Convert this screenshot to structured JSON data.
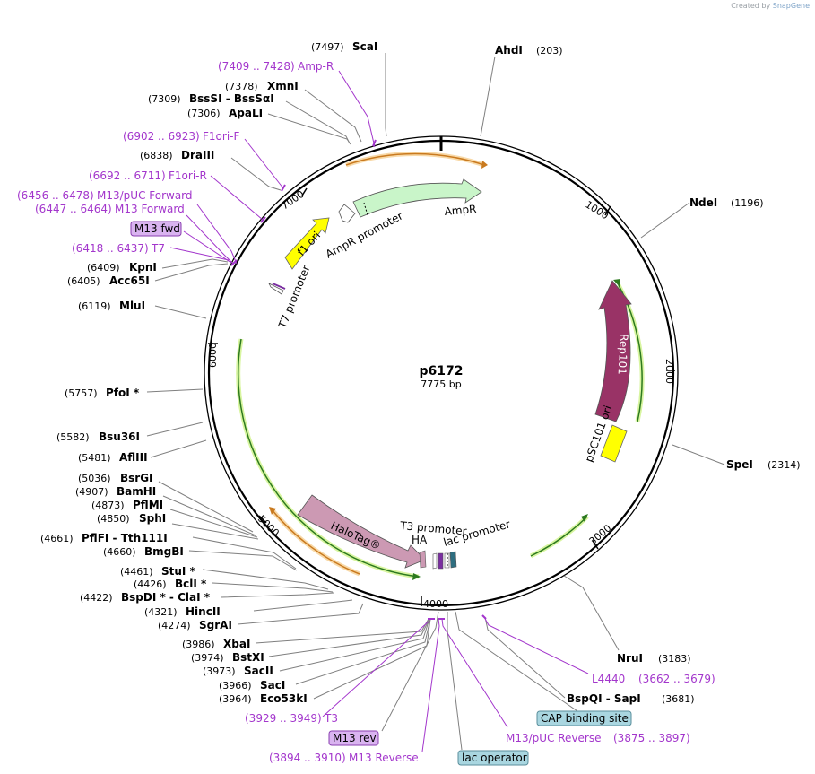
{
  "credit": {
    "prefix": "Created by",
    "brand": "SnapGene"
  },
  "plasmid": {
    "name": "p6172",
    "length_label": "7775 bp"
  },
  "ticks": [
    {
      "label": "1000"
    },
    {
      "label": "2000"
    },
    {
      "label": "3000"
    },
    {
      "label": "4000"
    },
    {
      "label": "5000"
    },
    {
      "label": "6000"
    },
    {
      "label": "7000"
    }
  ],
  "enzymes": [
    {
      "id": "scai",
      "pos": "(7497)",
      "name": "ScaI"
    },
    {
      "id": "ahdi",
      "pos": "(203)",
      "name": "AhdI"
    },
    {
      "id": "xmni",
      "pos": "(7378)",
      "name": "XmnI"
    },
    {
      "id": "bsssi",
      "pos": "(7309)",
      "name": "BssSI  -  BssSαI"
    },
    {
      "id": "apali",
      "pos": "(7306)",
      "name": "ApaLI"
    },
    {
      "id": "draiii",
      "pos": "(6838)",
      "name": "DraIII"
    },
    {
      "id": "ndei",
      "pos": "(1196)",
      "name": "NdeI"
    },
    {
      "id": "kpni",
      "pos": "(6409)",
      "name": "KpnI"
    },
    {
      "id": "acc65i",
      "pos": "(6405)",
      "name": "Acc65I"
    },
    {
      "id": "mlui",
      "pos": "(6119)",
      "name": "MluI"
    },
    {
      "id": "pfoi",
      "pos": "(5757)",
      "name": "PfoI *"
    },
    {
      "id": "bsu36i",
      "pos": "(5582)",
      "name": "Bsu36I"
    },
    {
      "id": "afliii",
      "pos": "(5481)",
      "name": "AflIII"
    },
    {
      "id": "spei",
      "pos": "(2314)",
      "name": "SpeI"
    },
    {
      "id": "bsrgi",
      "pos": "(5036)",
      "name": "BsrGI"
    },
    {
      "id": "bamhi",
      "pos": "(4907)",
      "name": "BamHI"
    },
    {
      "id": "pflmi",
      "pos": "(4873)",
      "name": "PflMI"
    },
    {
      "id": "sphi",
      "pos": "(4850)",
      "name": "SphI"
    },
    {
      "id": "pflfi",
      "pos": "(4661)",
      "name": "PflFI  -  Tth111I"
    },
    {
      "id": "bmgbi",
      "pos": "(4660)",
      "name": "BmgBI"
    },
    {
      "id": "stui",
      "pos": "(4461)",
      "name": "StuI *"
    },
    {
      "id": "bcli",
      "pos": "(4426)",
      "name": "BclI *"
    },
    {
      "id": "bspdi",
      "pos": "(4422)",
      "name": "BspDI *  -  ClaI *"
    },
    {
      "id": "hincii",
      "pos": "(4321)",
      "name": "HincII"
    },
    {
      "id": "sgrai",
      "pos": "(4274)",
      "name": "SgrAI"
    },
    {
      "id": "xbai",
      "pos": "(3986)",
      "name": "XbaI"
    },
    {
      "id": "bstxi",
      "pos": "(3974)",
      "name": "BstXI"
    },
    {
      "id": "sacii",
      "pos": "(3973)",
      "name": "SacII"
    },
    {
      "id": "saci",
      "pos": "(3966)",
      "name": "SacI"
    },
    {
      "id": "eco53ki",
      "pos": "(3964)",
      "name": "Eco53kI"
    },
    {
      "id": "nrui",
      "pos": "(3183)",
      "name": "NruI"
    },
    {
      "id": "bspqi",
      "pos": "(3681)",
      "name": "BspQI  -  SapI"
    }
  ],
  "primers": [
    {
      "id": "ampr-primer",
      "range": "(7409 .. 7428)",
      "name": "Amp-R"
    },
    {
      "id": "f1ori-f",
      "range": "(6902 .. 6923)",
      "name": "F1ori-F"
    },
    {
      "id": "f1ori-r",
      "range": "(6692 .. 6711)",
      "name": "F1ori-R"
    },
    {
      "id": "m13puc-fwd",
      "range": "(6456 .. 6478)",
      "name": "M13/pUC Forward"
    },
    {
      "id": "m13-fwd",
      "range": "(6447 .. 6464)",
      "name": "M13 Forward"
    },
    {
      "id": "t7-primer",
      "range": "(6418 .. 6437)",
      "name": "T7"
    },
    {
      "id": "l4440",
      "range": "(3662 .. 3679)",
      "name": "L4440"
    },
    {
      "id": "t3-primer",
      "range": "(3929 .. 3949)",
      "name": "T3"
    },
    {
      "id": "m13puc-rev",
      "range": "(3875 .. 3897)",
      "name": "M13/pUC Reverse"
    },
    {
      "id": "m13-reverse",
      "range": "(3894 .. 3910)",
      "name": "M13 Reverse"
    }
  ],
  "boxed_labels": [
    {
      "id": "m13-fwd-box",
      "text": "M13 fwd",
      "fill": "#d9b3f0",
      "stroke": "#8a3fb0"
    },
    {
      "id": "m13-rev-box",
      "text": "M13 rev",
      "fill": "#d9b3f0",
      "stroke": "#8a3fb0"
    },
    {
      "id": "cap-box",
      "text": "CAP binding site",
      "fill": "#a9d6e0",
      "stroke": "#5a8f9c"
    },
    {
      "id": "lacop-box",
      "text": "lac operator",
      "fill": "#a9d6e0",
      "stroke": "#5a8f9c"
    }
  ],
  "features": [
    {
      "id": "ampr",
      "label": "AmpR",
      "color": "#c9f5c9"
    },
    {
      "id": "ampr-promoter",
      "label": "AmpR promoter",
      "color": "#ffffff"
    },
    {
      "id": "f1-ori",
      "label": "f1 ori",
      "color": "#ffff00"
    },
    {
      "id": "t7-promoter",
      "label": "T7 promoter",
      "color": "#ffffff"
    },
    {
      "id": "rep101",
      "label": "Rep101",
      "color": "#993366"
    },
    {
      "id": "psc101-ori",
      "label": "pSC101 ori",
      "color": "#ffff00"
    },
    {
      "id": "halotag",
      "label": "HaloTag®",
      "color": "#cc99b3"
    },
    {
      "id": "t3-promoter",
      "label": "T3 promoter",
      "color": "#ffffff"
    },
    {
      "id": "ha",
      "label": "HA",
      "color": "#cc99b3"
    },
    {
      "id": "lac-promoter",
      "label": "lac promoter",
      "color": "#ffffff"
    }
  ],
  "colors": {
    "backbone": "#000000",
    "orf_arc": "#2d7a1f",
    "orf_glow": "#d8f5a0",
    "orange_arc": "#c97a1f",
    "orange_glow": "#f8d9a8",
    "leader": "#7f7f7f",
    "primer_leader": "#a336cc"
  }
}
